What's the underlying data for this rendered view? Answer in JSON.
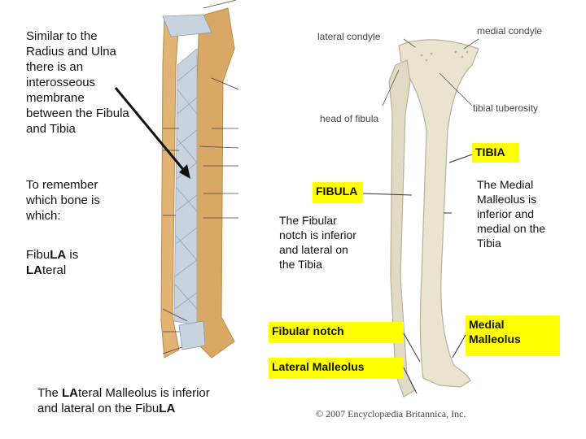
{
  "left_notes": {
    "note1": "Similar to the Radius and Ulna there is an interosseous membrane between the Fibula and Tibia",
    "note2": "To remember which bone is which:",
    "mnemonic_pre": "Fibu",
    "mnemonic_bold1": "LA",
    "mnemonic_mid": " is",
    "mnemonic_bold2": "LA",
    "mnemonic_post": "teral"
  },
  "bottom_note": {
    "pre": "The ",
    "bold1": "LA",
    "mid": "teral Malleolus is inferior and lateral on the Fibu",
    "bold2": "LA"
  },
  "figure_labels": {
    "lateral_condyle": "lateral condyle",
    "medial_condyle": "medial condyle",
    "head_of_fibula": "head of fibula",
    "tibial_tuberosity": "tibial tuberosity",
    "copyright": "© 2007 Encyclopædia Britannica, Inc."
  },
  "boxes": {
    "tibia": "TIBIA",
    "fibula": "FIBULA",
    "fibular_notch": "Fibular notch",
    "lateral_malleolus": "Lateral Malleolus",
    "medial_malleolus": "Medial Malleolus"
  },
  "right_notes": {
    "fibular_notch_note": "The Fibular notch is inferior and lateral on the Tibia",
    "medial_malleolus_note": "The Medial Malleolus is inferior and medial on the Tibia"
  },
  "colors": {
    "highlight": "#ffff00",
    "bone": "#e9e3cf",
    "bone_tan": "#d9a865",
    "membrane": "#c9d3de"
  }
}
